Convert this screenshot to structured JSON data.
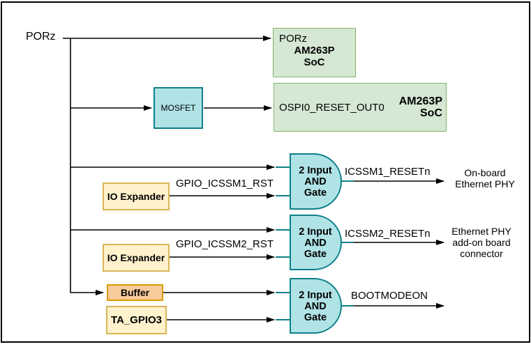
{
  "diagram": {
    "source_signal": "PORz",
    "nodes": {
      "soc_top": {
        "pin": "PORz",
        "name1": "AM263P",
        "name2": "SoC"
      },
      "mosfet": {
        "label": "MOSFET"
      },
      "soc_ospi": {
        "pin": "OSPI0_RESET_OUT0",
        "name1": "AM263P",
        "name2": "SoC"
      },
      "io_expander1": {
        "label": "IO Expander"
      },
      "io_expander2": {
        "label": "IO Expander"
      },
      "buffer": {
        "label": "Buffer"
      },
      "ta_gpio3": {
        "label": "TA_GPIO3"
      }
    },
    "gates": [
      {
        "line1": "2 Input",
        "line2": "AND",
        "line3": "Gate",
        "output_signal": "ICSSM1_RESETn"
      },
      {
        "line1": "2 Input",
        "line2": "AND",
        "line3": "Gate",
        "output_signal": "ICSSM2_RESETn"
      },
      {
        "line1": "2 Input",
        "line2": "AND",
        "line3": "Gate",
        "output_signal": "BOOTMODEON"
      }
    ],
    "input_signals": {
      "gpio_icssm1": "GPIO_ICSSM1_RST",
      "gpio_icssm2": "GPIO_ICSSM2_RST"
    },
    "destinations": {
      "onboard_phy": {
        "line1": "On-board",
        "line2": "Ethernet PHY"
      },
      "addon_phy": {
        "line1": "Ethernet PHY",
        "line2": "add-on board",
        "line3": "connector"
      }
    },
    "colors": {
      "wire": "#000000",
      "teal_fill": "#b0e3e6",
      "teal_stroke": "#0e8088",
      "green_fill": "#d5e8d4",
      "green_stroke": "#82b366",
      "yellow_fill": "#fff2cc",
      "yellow_stroke": "#d6b656",
      "orange_fill": "#f8cb9c",
      "orange_stroke": "#d79b00"
    }
  }
}
